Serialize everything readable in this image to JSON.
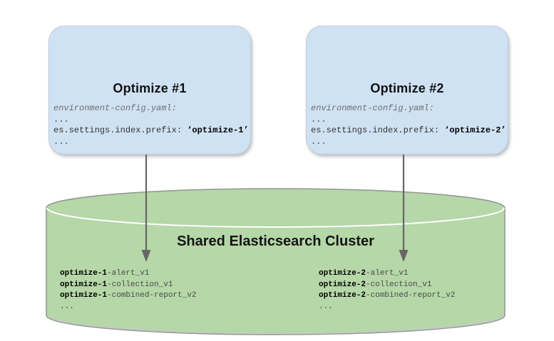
{
  "boxes": [
    {
      "title": "Optimize #1",
      "config_file": "environment-config.yaml:",
      "ellipsis": "...",
      "setting_key": "es.settings.index.prefix: ",
      "setting_value": "‘optimize-1’"
    },
    {
      "title": "Optimize #2",
      "config_file": "environment-config.yaml:",
      "ellipsis": "...",
      "setting_key": "es.settings.index.prefix: ",
      "setting_value": "‘optimize-2’"
    }
  ],
  "cluster": {
    "title": "Shared Elasticsearch Cluster",
    "ellipsis": "...",
    "indices_left": [
      {
        "prefix": "optimize-1",
        "suffix": "-alert_v1"
      },
      {
        "prefix": "optimize-1",
        "suffix": "-collection_v1"
      },
      {
        "prefix": "optimize-1",
        "suffix": "-combined-report_v2"
      }
    ],
    "indices_right": [
      {
        "prefix": "optimize-2",
        "suffix": "-alert_v1"
      },
      {
        "prefix": "optimize-2",
        "suffix": "-collection_v1"
      },
      {
        "prefix": "optimize-2",
        "suffix": "-combined-report_v2"
      }
    ]
  },
  "colors": {
    "box_fill": "#cfe2f3",
    "cylinder_fill": "#b6d7a8",
    "cylinder_stroke": "#8f968f",
    "arrow": "#666666"
  },
  "icons": {
    "flow_arrows": "arrow-down-icon",
    "cluster_shape": "database-cylinder-icon"
  }
}
